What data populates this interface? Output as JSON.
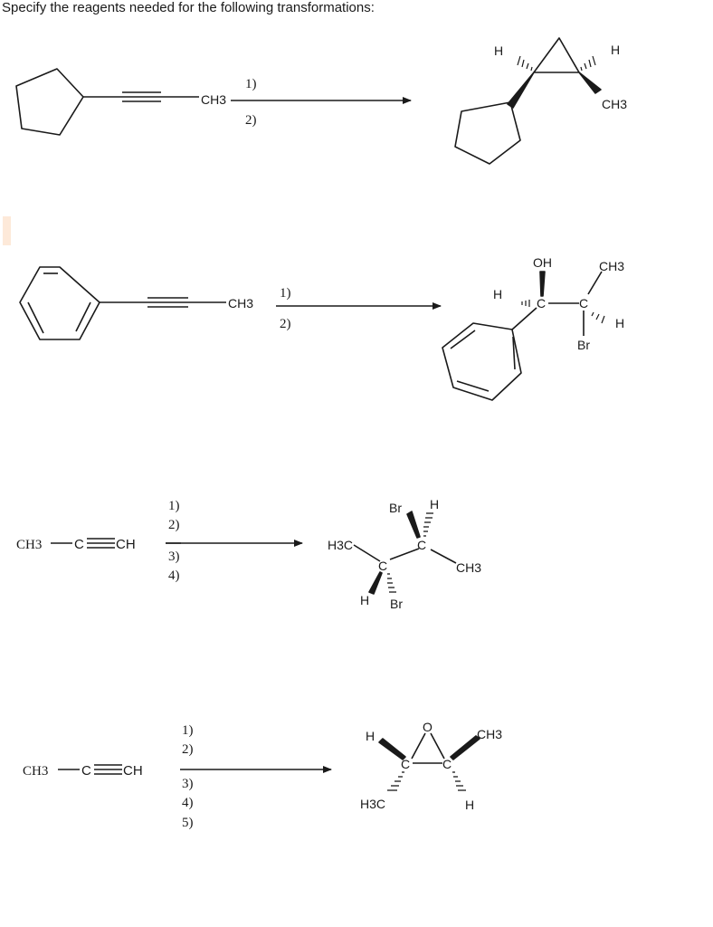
{
  "heading": "Specify the reagents needed for the following transformations:",
  "colors": {
    "ink": "#1a1a1a",
    "accent": "#fde9d9"
  },
  "problems": [
    {
      "id": "p1",
      "reactant_methyl": "CH3",
      "steps": [
        "1)",
        "2)"
      ],
      "product_labels": {
        "h_left": "H",
        "h_right": "H",
        "methyl": "CH3"
      }
    },
    {
      "id": "p2",
      "reactant_methyl": "CH3",
      "steps": [
        "1)",
        "2)"
      ],
      "product_labels": {
        "hydroxyl": "OH",
        "methyl": "CH3",
        "h_left": "H",
        "carbon_1": "C",
        "carbon_2": "C",
        "h_right": "H",
        "bromine": "Br"
      }
    },
    {
      "id": "p3",
      "reactant": {
        "methyl": "CH3",
        "c1": "C",
        "c2": "CH"
      },
      "steps": [
        "1)",
        "2)",
        "3)",
        "4)"
      ],
      "product_labels": {
        "bromine_top": "Br",
        "h_top": "H",
        "h3c": "H3C",
        "carbon_top": "C",
        "carbon_bottom": "C",
        "methyl": "CH3",
        "h_bottom": "H",
        "bromine_bottom": "Br"
      }
    },
    {
      "id": "p4",
      "reactant": {
        "methyl": "CH3",
        "c1": "C",
        "c2": "CH"
      },
      "steps": [
        "1)",
        "2)",
        "3)",
        "4)",
        "5)"
      ],
      "product_labels": {
        "oxygen": "O",
        "h_left": "H",
        "methyl_right": "CH3",
        "carbon_left": "C",
        "carbon_right": "C",
        "h3c": "H3C",
        "h_right": "H"
      }
    }
  ]
}
